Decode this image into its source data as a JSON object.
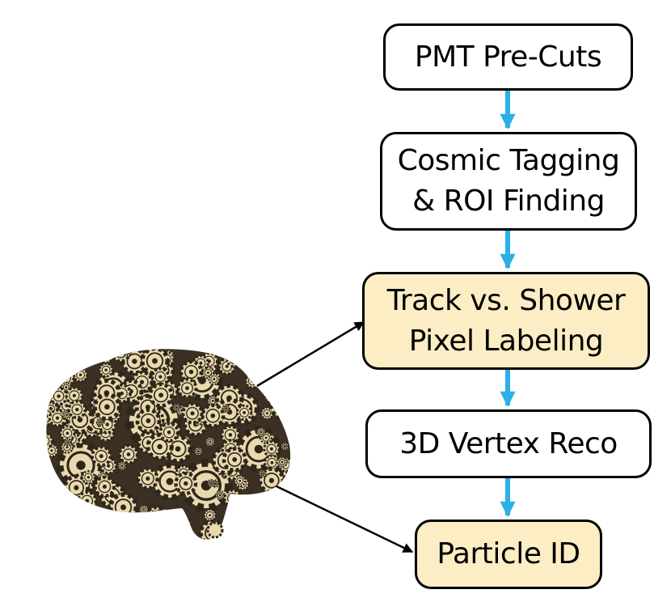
{
  "colors": {
    "flow_arrow": "#2bb0e6",
    "pointer_arrow": "#000000",
    "box_fill": "#ffffff",
    "highlight_fill": "#fdedc4",
    "gear_dark": "#2e261b",
    "gear_light": "#e8d9ae"
  },
  "illustration": {
    "icon": "brain-of-gears-icon"
  },
  "steps": [
    {
      "id": "pmt",
      "label": "PMT Pre-Cuts",
      "highlighted": false
    },
    {
      "id": "cosmic",
      "label": "Cosmic Tagging\n& ROI Finding",
      "highlighted": false
    },
    {
      "id": "track",
      "label": "Track vs. Shower\nPixel Labeling",
      "highlighted": true
    },
    {
      "id": "vertex",
      "label": "3D Vertex Reco",
      "highlighted": false
    },
    {
      "id": "pid",
      "label": "Particle ID",
      "highlighted": true
    }
  ]
}
